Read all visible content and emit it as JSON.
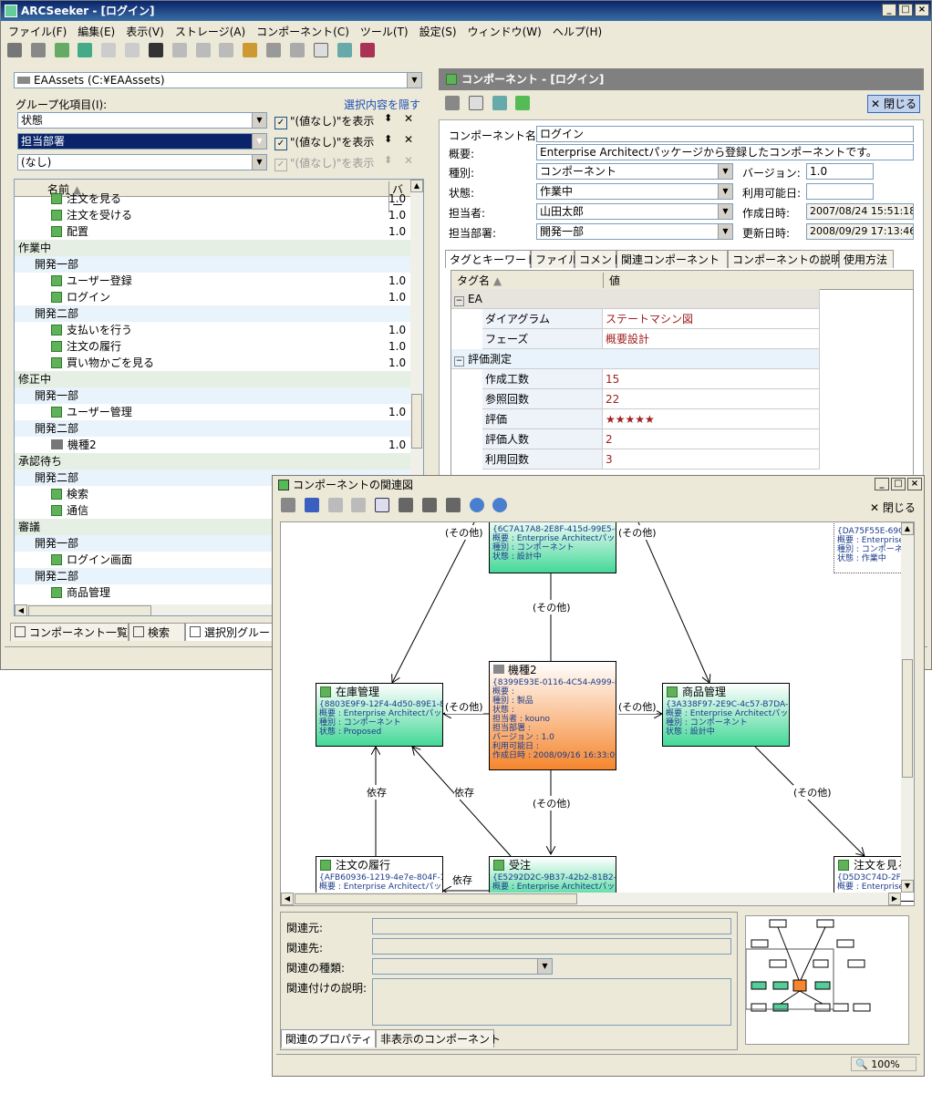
{
  "main_window": {
    "title": "ARCSeeker - [ログイン]",
    "menu": [
      "ファイル(F)",
      "編集(E)",
      "表示(V)",
      "ストレージ(A)",
      "コンポーネント(C)",
      "ツール(T)",
      "設定(S)",
      "ウィンドウ(W)",
      "ヘルプ(H)"
    ]
  },
  "left_panel": {
    "storage": "EAAssets (C:¥EAAssets)",
    "grouping_label": "グループ化項目(I):",
    "hide_selection": "選択内容を隠す",
    "group_rows": [
      {
        "value": "状態",
        "checkbox": "\"(値なし)\"を表示"
      },
      {
        "value": "担当部署",
        "checkbox": "\"(値なし)\"を表示"
      },
      {
        "value": "(なし)",
        "checkbox": "\"(値なし)\"を表示"
      }
    ],
    "columns": {
      "name": "名前",
      "version": "バー"
    },
    "tree": [
      {
        "type": "item",
        "label": "注文を見る",
        "version": "1.0"
      },
      {
        "type": "item",
        "label": "注文を受ける",
        "version": "1.0"
      },
      {
        "type": "item",
        "label": "配置",
        "version": "1.0"
      },
      {
        "type": "g0",
        "label": "作業中"
      },
      {
        "type": "g1",
        "label": "開発一部"
      },
      {
        "type": "item",
        "label": "ユーザー登録",
        "version": "1.0"
      },
      {
        "type": "item",
        "label": "ログイン",
        "version": "1.0"
      },
      {
        "type": "g1",
        "label": "開発二部"
      },
      {
        "type": "item",
        "label": "支払いを行う",
        "version": "1.0"
      },
      {
        "type": "item",
        "label": "注文の履行",
        "version": "1.0"
      },
      {
        "type": "item",
        "label": "買い物かごを見る",
        "version": "1.0"
      },
      {
        "type": "g0",
        "label": "修正中"
      },
      {
        "type": "g1",
        "label": "開発一部"
      },
      {
        "type": "item",
        "label": "ユーザー管理",
        "version": "1.0"
      },
      {
        "type": "g1",
        "label": "開発二部"
      },
      {
        "type": "item-pc",
        "label": "機種2",
        "version": "1.0"
      },
      {
        "type": "g0",
        "label": "承認待ち"
      },
      {
        "type": "g1",
        "label": "開発二部"
      },
      {
        "type": "item",
        "label": "検索",
        "version": ""
      },
      {
        "type": "item",
        "label": "通信",
        "version": ""
      },
      {
        "type": "g0",
        "label": "審議"
      },
      {
        "type": "g1",
        "label": "開発一部"
      },
      {
        "type": "item",
        "label": "ログイン画面",
        "version": ""
      },
      {
        "type": "g1",
        "label": "開発二部"
      },
      {
        "type": "item",
        "label": "商品管理",
        "version": ""
      }
    ],
    "bottom_tabs": [
      "コンポーネント一覧",
      "検索",
      "選択別グルー"
    ]
  },
  "component_panel": {
    "title": "コンポーネント - [ログイン]",
    "close": "閉じる",
    "fields": {
      "name_label": "コンポーネント名:",
      "name": "ログイン",
      "summary_label": "概要:",
      "summary": "Enterprise Architectパッケージから登録したコンポーネントです。",
      "kind_label": "種別:",
      "kind": "コンポーネント",
      "state_label": "状態:",
      "state": "作業中",
      "owner_label": "担当者:",
      "owner": "山田太郎",
      "dept_label": "担当部署:",
      "dept": "開発一部",
      "version_label": "バージョン:",
      "version": "1.0",
      "available_label": "利用可能日:",
      "available": "",
      "created_label": "作成日時:",
      "created": "2007/08/24 15:51:18",
      "updated_label": "更新日時:",
      "updated": "2008/09/29 17:13:46"
    },
    "tabs": [
      "タグとキーワード",
      "ファイル",
      "コメント",
      "関連コンポーネント",
      "コンポーネントの説明",
      "使用方法"
    ],
    "grid_headers": {
      "tag": "タグ名",
      "value": "値"
    },
    "groups": [
      {
        "name": "EA",
        "rows": [
          {
            "k": "ダイアグラム",
            "v": "ステートマシン図"
          },
          {
            "k": "フェーズ",
            "v": "概要設計"
          }
        ]
      },
      {
        "name": "評価測定",
        "rows": [
          {
            "k": "作成工数",
            "v": "15"
          },
          {
            "k": "参照回数",
            "v": "22"
          },
          {
            "k": "評価",
            "v": "★★★★★"
          },
          {
            "k": "評価人数",
            "v": "2"
          },
          {
            "k": "利用回数",
            "v": "3"
          }
        ]
      }
    ]
  },
  "relation_window": {
    "title": "コンポーネントの関連図",
    "close": "閉じる",
    "edge_other": "(その他)",
    "edge_dep": "依存",
    "nodes": {
      "top": {
        "id": "{6C7A17A8-2E8F-415d-99E5-(",
        "l1": "概要 : Enterprise Architectパッ",
        "l2": "種別 : コンポーネント",
        "l3": "状態 : 設計中"
      },
      "topright": {
        "id": "{DA75F55E-69C6-",
        "l1": "概要 : Enterprise",
        "l2": "種別 : コンポーネン",
        "l3": "状態 : 作業中"
      },
      "center": {
        "name": "機種2",
        "id": "{8399E93E-0116-4C54-A999-F",
        "l1": "概要 :",
        "l2": "種別 : 製品",
        "l3": "状態 :",
        "l4": "担当者 : kouno",
        "l5": "担当部署 :",
        "l6": "バージョン : 1.0",
        "l7": "利用可能日 :",
        "l8": "作成日時 : 2008/09/16 16:33:0"
      },
      "left": {
        "name": "在庫管理",
        "id": "{8803E9F9-12F4-4d50-89E1-8",
        "l1": "概要 : Enterprise Architectパッ",
        "l2": "種別 : コンポーネント",
        "l3": "状態 : Proposed"
      },
      "right": {
        "name": "商品管理",
        "id": "{3A338F97-2E9C-4c57-B7DA-",
        "l1": "概要 : Enterprise Architectパッ",
        "l2": "種別 : コンポーネント",
        "l3": "状態 : 設計中"
      },
      "bl": {
        "name": "注文の履行",
        "id": "{AFB60936-1219-4e7e-804F-1",
        "l1": "概要 : Enterprise Architectパッ"
      },
      "bc": {
        "name": "受注",
        "id": "{E5292D2C-9B37-42b2-81B2-(",
        "l1": "概要 : Enterprise Architectパッ"
      },
      "br": {
        "name": "注文を見る",
        "id": "{D5D3C74D-2F84",
        "l1": "概要 : Enterprise"
      }
    },
    "props": {
      "source_label": "関連元:",
      "target_label": "関連先:",
      "kind_label": "関連の種類:",
      "desc_label": "関連付けの説明:"
    },
    "bottom_tabs": [
      "関連のプロパティ",
      "非表示のコンポーネント"
    ],
    "zoom": "100%"
  }
}
